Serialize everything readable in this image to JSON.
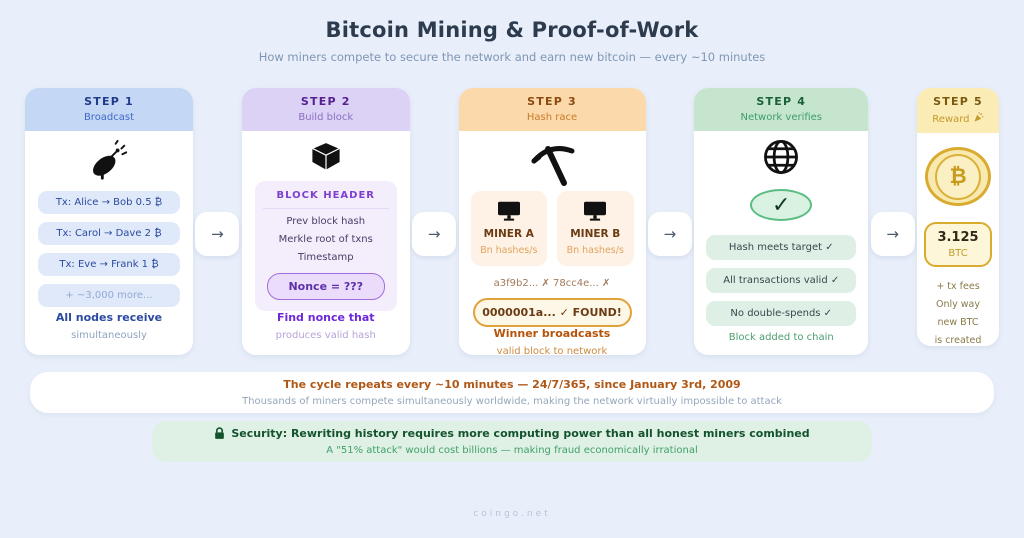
{
  "header": {
    "title": "Bitcoin Mining & Proof-of-Work",
    "subtitle": "How miners compete to secure the network and earn new bitcoin — every ~10 minutes"
  },
  "arrow": "→",
  "colors": {
    "background": "#e9effa",
    "step1_accent": "#c4d7f4",
    "step2_accent": "#dcd2f5",
    "step3_accent": "#fbd9ab",
    "step4_accent": "#c6e5cf",
    "step5_accent": "#fbecb5",
    "cycle_text": "#b05716",
    "security_text": "#14532d",
    "coin_gold": "#d9ab2e"
  },
  "steps": [
    {
      "step_label": "STEP 1",
      "name": "Broadcast",
      "icon": "satellite-dish-icon",
      "transactions": [
        "Tx: Alice → Bob 0.5 ₿",
        "Tx: Carol → Dave 2 ₿",
        "Tx: Eve → Frank 1 ₿",
        "+ ~3,000 more..."
      ],
      "footer_bold": "All nodes receive",
      "footer_light": "simultaneously"
    },
    {
      "step_label": "STEP 2",
      "name": "Build block",
      "icon": "package-icon",
      "block_header_title": "BLOCK HEADER",
      "block_fields": [
        "Prev block hash",
        "Merkle root of txns",
        "Timestamp"
      ],
      "nonce_label": "Nonce = ???",
      "footer_bold": "Find nonce that",
      "footer_light": "produces valid hash"
    },
    {
      "step_label": "STEP 3",
      "name": "Hash race",
      "icon": "pickaxe-icon",
      "miners": [
        {
          "name": "MINER A",
          "rate": "Bn hashes/s"
        },
        {
          "name": "MINER B",
          "rate": "Bn hashes/s"
        }
      ],
      "failed_hashes": "a3f9b2... ✗  78cc4e... ✗",
      "found_hash": "0000001a... ✓ FOUND!",
      "footer_bold": "Winner broadcasts",
      "footer_light": "valid block to network"
    },
    {
      "step_label": "STEP 4",
      "name": "Network verifies",
      "icon": "globe-icon",
      "checkmark": "✓",
      "checks": [
        "Hash meets target ✓",
        "All transactions valid ✓",
        "No double-spends ✓"
      ],
      "footer_light": "Block added to chain"
    },
    {
      "step_label": "STEP 5",
      "name": "Reward",
      "icon": "party-popper-icon",
      "coin_symbol": "₿",
      "reward_amount": "3.125",
      "reward_unit": "BTC",
      "notes": [
        "+ tx fees",
        "Only way",
        "new BTC",
        "is created"
      ]
    }
  ],
  "cycle_banner": {
    "line1": "The cycle repeats every ~10 minutes — 24/7/365, since January 3rd, 2009",
    "line2": "Thousands of miners compete simultaneously worldwide, making the network virtually impossible to attack"
  },
  "security_banner": {
    "line1": "Security: Rewriting history requires more computing power than all honest miners combined",
    "line2": "A \"51% attack\" would cost billions — making fraud economically irrational"
  },
  "footer": "coingo.net"
}
